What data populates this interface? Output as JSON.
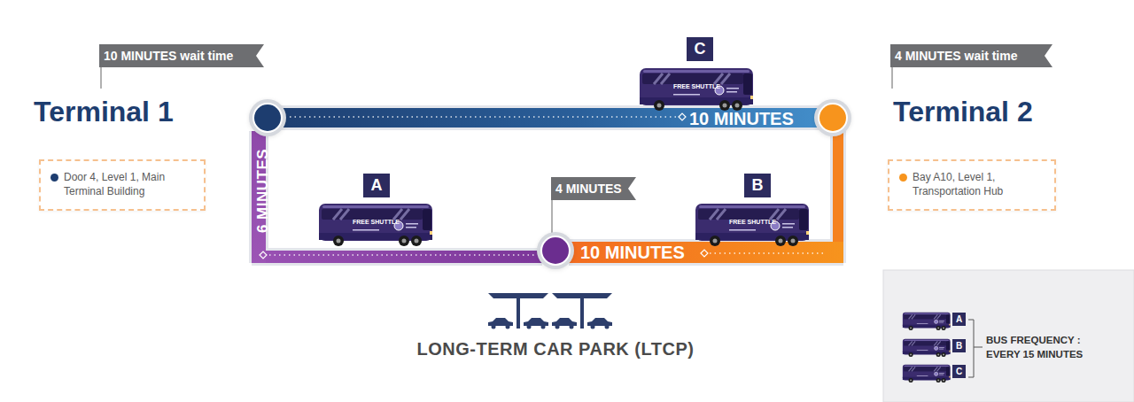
{
  "diagram": {
    "nodes": [
      {
        "text": [
          "10 MINUTES wait time"
        ]
      },
      {
        "text": [
          "Terminal 1"
        ]
      },
      {
        "text": [
          "Door 4, Level 1, Main Terminal Building"
        ]
      },
      {
        "text": [
          "C"
        ]
      },
      {
        "text": [
          "4 MINUTES wait time"
        ]
      },
      {
        "text": [
          "Terminal 2"
        ]
      },
      {
        "text": [
          "Bay A10, Level 1, Transportation Hub"
        ]
      },
      {
        "text": [
          "A"
        ]
      },
      {
        "text": [
          "4 MINUTES"
        ]
      },
      {
        "text": [
          "B"
        ]
      },
      {
        "text": [
          "LONG-TERM CAR PARK (LTCP)"
        ]
      }
    ],
    "edges": [
      {
        "from": 1,
        "to": 5,
        "label": "10 MINUTES",
        "arrow": "none"
      },
      {
        "from": 5,
        "to": 10,
        "label": "10 MINUTES",
        "arrow": "none"
      },
      {
        "from": 10,
        "to": 1,
        "label": "6 MINUTES",
        "arrow": "none"
      },
      {
        "from": 0,
        "to": 1,
        "arrow": "none"
      },
      {
        "from": 4,
        "to": 5,
        "arrow": "none"
      },
      {
        "from": 8,
        "to": 10,
        "arrow": "none"
      }
    ],
    "labels": [
      "FREE SHUTTLE",
      "FREE SHUTTLE",
      "FREE SHUTTLE",
      "BUS FREQUENCY : EVERY 15 MINUTES"
    ],
    "legend": [
      {
        "text": "A"
      },
      {
        "text": "B"
      },
      {
        "text": "C"
      }
    ]
  }
}
